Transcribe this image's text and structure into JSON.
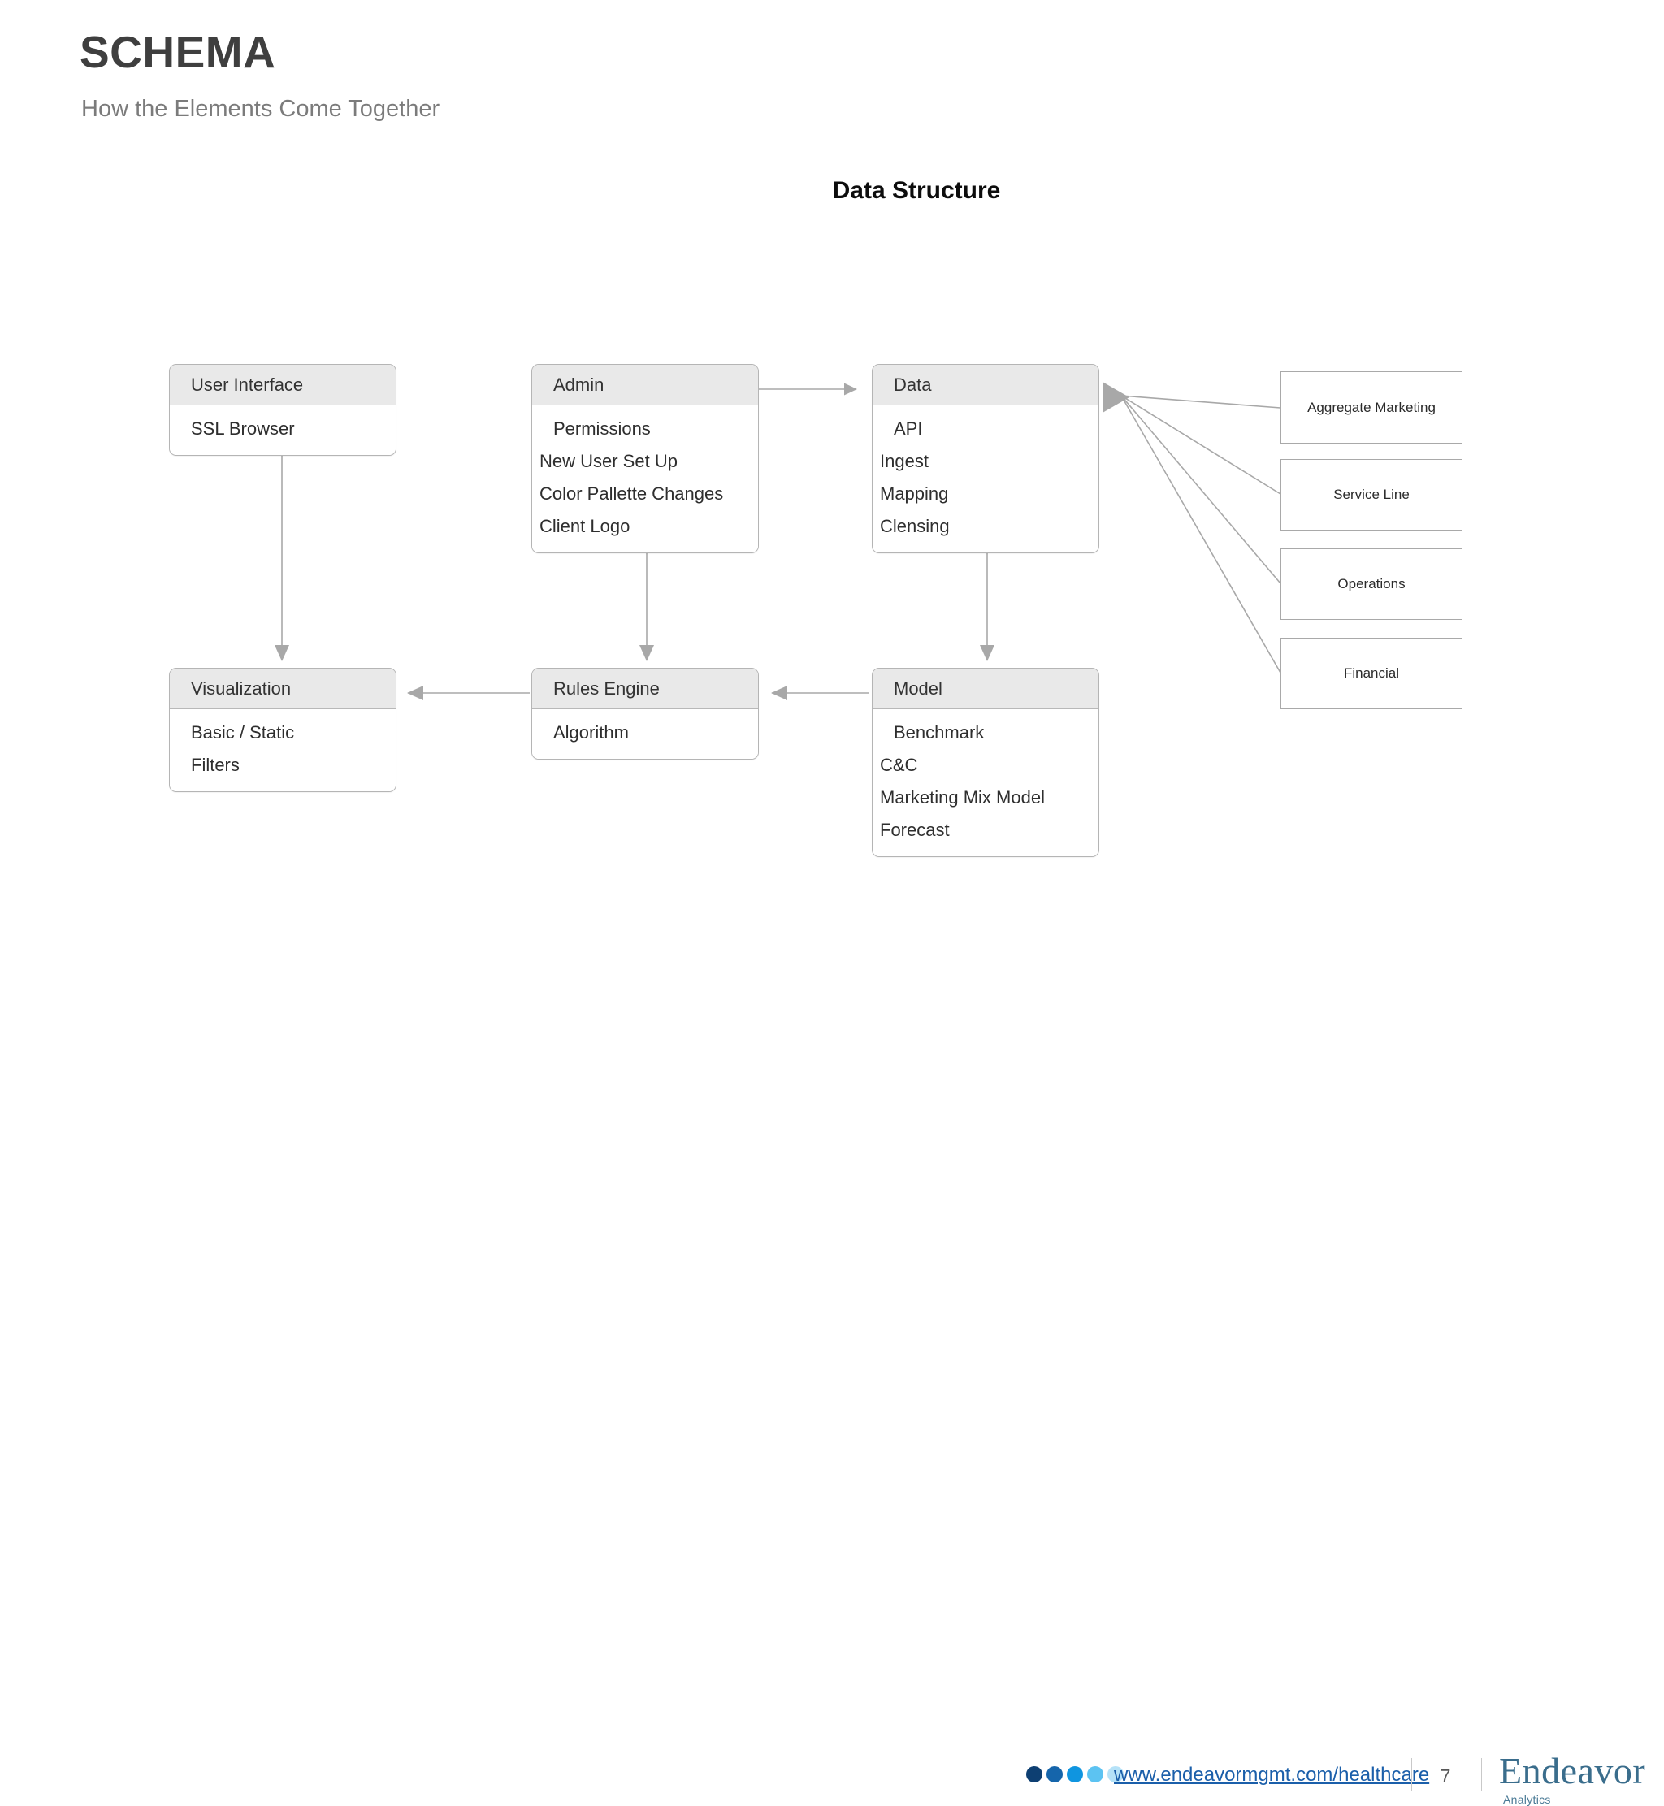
{
  "slide": {
    "title": "SCHEMA",
    "subtitle": "How the Elements Come Together",
    "page_number": "7"
  },
  "diagram": {
    "title": "Data Structure",
    "nodes": [
      {
        "id": "user-interface",
        "header": "User Interface",
        "rows": [
          "SSL Browser"
        ]
      },
      {
        "id": "admin",
        "header": "Admin",
        "rows": [
          "Permissions",
          "New User Set Up",
          "Color Pallette Changes",
          "Client Logo"
        ]
      },
      {
        "id": "data",
        "header": "Data",
        "rows": [
          "API",
          "Ingest",
          "Mapping",
          "Clensing"
        ]
      },
      {
        "id": "visualization",
        "header": "Visualization",
        "rows": [
          "Basic / Static",
          "Filters"
        ]
      },
      {
        "id": "rules-engine",
        "header": "Rules Engine",
        "rows": [
          "Algorithm"
        ]
      },
      {
        "id": "model",
        "header": "Model",
        "rows": [
          "Benchmark",
          "C&C",
          "Marketing Mix Model",
          "Forecast"
        ]
      }
    ],
    "sources": [
      {
        "id": "aggregate-marketing",
        "label": "Aggregate Marketing"
      },
      {
        "id": "service-line",
        "label": "Service Line"
      },
      {
        "id": "operations",
        "label": "Operations"
      },
      {
        "id": "financial",
        "label": "Financial"
      }
    ],
    "edges": [
      {
        "from": "admin",
        "to": "data",
        "direction": "right"
      },
      {
        "from": "user-interface",
        "to": "visualization",
        "direction": "down"
      },
      {
        "from": "admin",
        "to": "rules-engine",
        "direction": "down"
      },
      {
        "from": "data",
        "to": "model",
        "direction": "down"
      },
      {
        "from": "model",
        "to": "rules-engine",
        "direction": "left"
      },
      {
        "from": "rules-engine",
        "to": "visualization",
        "direction": "left"
      },
      {
        "from": "aggregate-marketing",
        "to": "data",
        "direction": "left"
      },
      {
        "from": "service-line",
        "to": "data",
        "direction": "left"
      },
      {
        "from": "operations",
        "to": "data",
        "direction": "left"
      },
      {
        "from": "financial",
        "to": "data",
        "direction": "left"
      }
    ]
  },
  "footer": {
    "url": "www.endeavormgmt.com/healthcare",
    "dot_colors": [
      "#0d3f72",
      "#1565ab",
      "#0f95e0",
      "#5cc3f2",
      "#b5e2f8"
    ],
    "logo_main": "Endeavor",
    "logo_sub": "Analytics"
  },
  "colors": {
    "title": "#3f3f3f",
    "subtitle": "#7b7b7b",
    "node_header_fill": "#e9e9e9",
    "node_border": "#b5b5b5",
    "connector": "#a8a8a8",
    "link": "#1b5faa",
    "logo": "#3a6d8c"
  }
}
